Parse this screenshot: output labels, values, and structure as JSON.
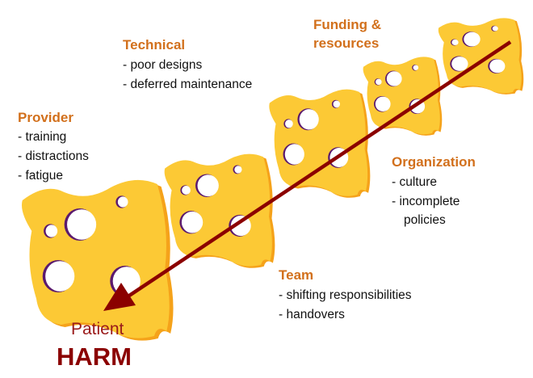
{
  "title": "Swiss cheese model of patient harm",
  "colors": {
    "heading": "#d2701c",
    "cheese": "#fcc935",
    "cheese_edge": "#f5a21a",
    "arrow": "#8b0000",
    "hole_shadow": "#5b1a6e"
  },
  "layers": [
    {
      "heading": "Provider",
      "items": [
        "- training",
        "- distractions",
        "- fatigue"
      ]
    },
    {
      "heading": "Team",
      "items": [
        "- shifting responsibilities",
        "- handovers"
      ]
    },
    {
      "heading": "Technical",
      "items": [
        "- poor designs",
        "- deferred maintenance"
      ]
    },
    {
      "heading": "Organization",
      "items": [
        "- culture",
        "- incomplete",
        "policies"
      ]
    },
    {
      "heading_line1": "Funding &",
      "heading_line2": "resources"
    }
  ],
  "outcome": {
    "line1": "Patient",
    "line2": "HARM"
  }
}
